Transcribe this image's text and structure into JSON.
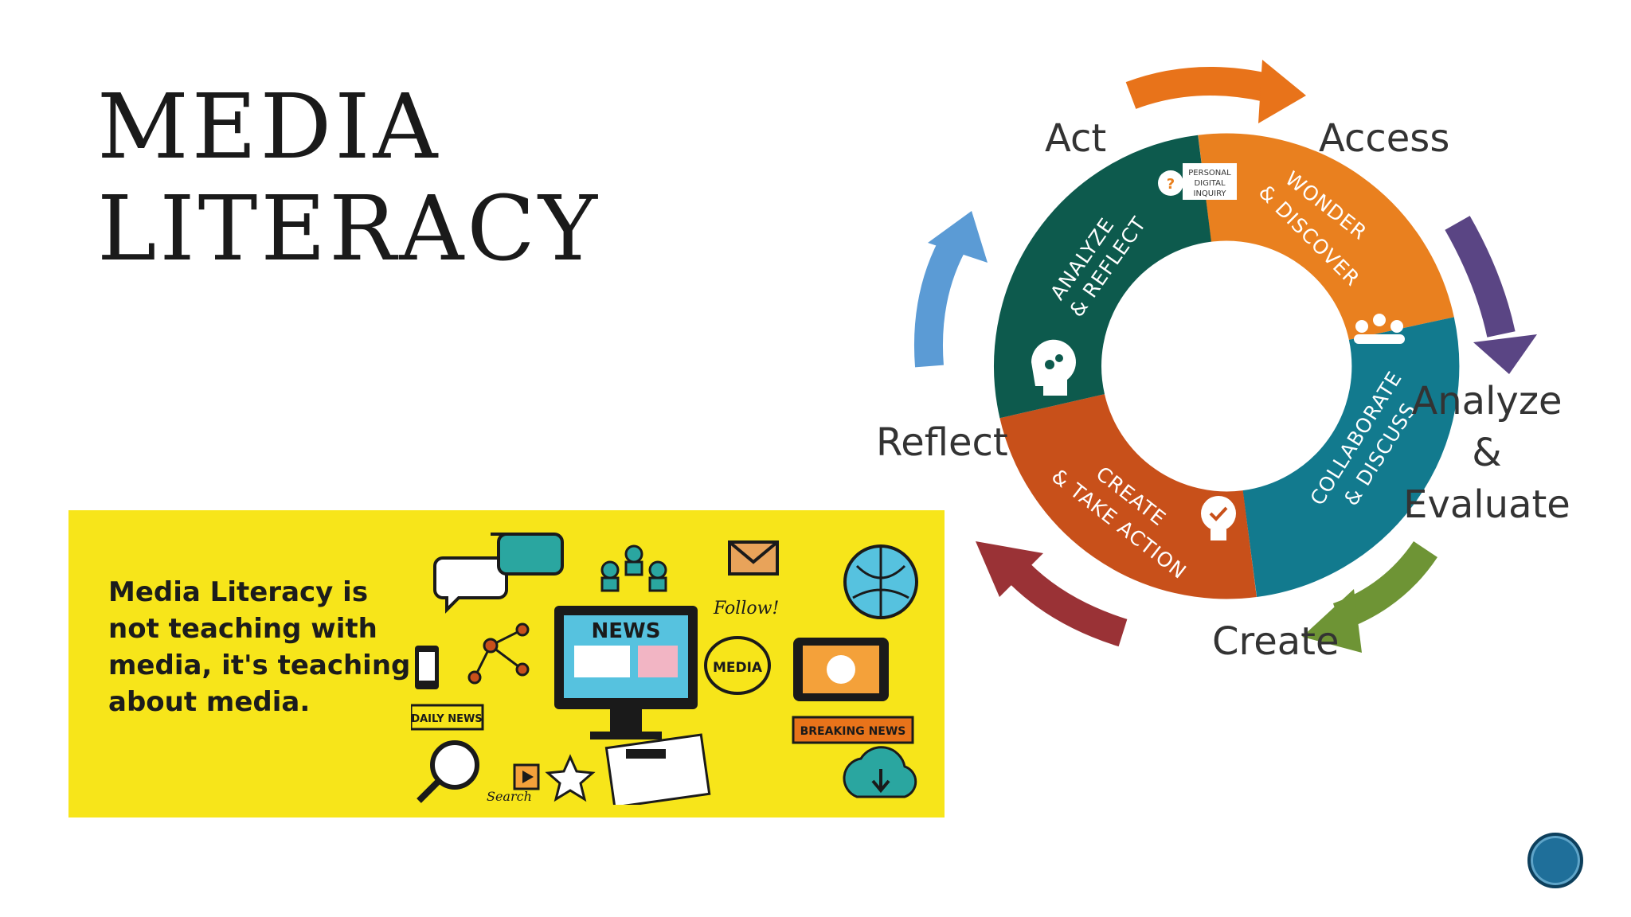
{
  "slide": {
    "title_line1": "MEDIA",
    "title_line2": "LITERACY"
  },
  "banner": {
    "text": "Media Literacy is not teaching with media, it's teaching about media.",
    "art_labels": {
      "news": "NEWS",
      "media": "MEDIA",
      "daily_news": "DAILY NEWS",
      "breaking_news": "BREAKING NEWS",
      "follow": "Follow!",
      "search": "Search"
    },
    "colors": {
      "background": "#f7e51a"
    }
  },
  "cycle": {
    "outer_labels": {
      "act": "Act",
      "access": "Access",
      "analyze": "Analyze",
      "amp": "&",
      "evaluate": "Evaluate",
      "create": "Create",
      "reflect": "Reflect"
    },
    "ring_labels": {
      "wonder_1": "WONDER",
      "wonder_2": "& DISCOVER",
      "collab_1": "COLLABORATE",
      "collab_2": "& DISCUSS",
      "create_1": "CREATE",
      "create_2": "& TAKE ACTION",
      "analyze_1": "ANALYZE",
      "analyze_2": "& REFLECT"
    },
    "badge_lines": [
      "PERSONAL",
      "DIGITAL",
      "INQUIRY"
    ],
    "colors": {
      "wonder": "#e9801f",
      "collaborate": "#127a8e",
      "create": "#c8501a",
      "analyze": "#0d5a4d",
      "arrow_access": "#e8731a",
      "arrow_evaluate": "#5a4584",
      "arrow_create": "#6e9435",
      "arrow_reflect": "#9a3236",
      "arrow_act": "#5b9bd5"
    },
    "icons": [
      "magnifier-icon",
      "group-icon",
      "lightbulb-icon",
      "brain-icon"
    ]
  },
  "nav": {
    "icon": "circle-button-icon"
  }
}
